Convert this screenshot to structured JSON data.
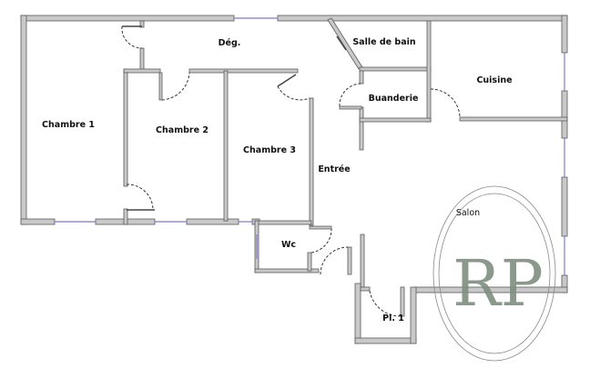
{
  "rooms": {
    "deg": "Dég.",
    "salle_de_bain": "Salle de bain",
    "cuisine": "Cuisine",
    "buanderie": "Buanderie",
    "chambre1": "Chambre 1",
    "chambre2": "Chambre 2",
    "chambre3": "Chambre 3",
    "entree": "Entrée",
    "salon": "Salon",
    "wc": "Wc",
    "placard1": "Pl. 1"
  },
  "watermark": {
    "logo_text": "RP",
    "color": "#7f8f80"
  },
  "colors": {
    "wall": "#c9c9c9",
    "window": "#7b7bd0"
  }
}
